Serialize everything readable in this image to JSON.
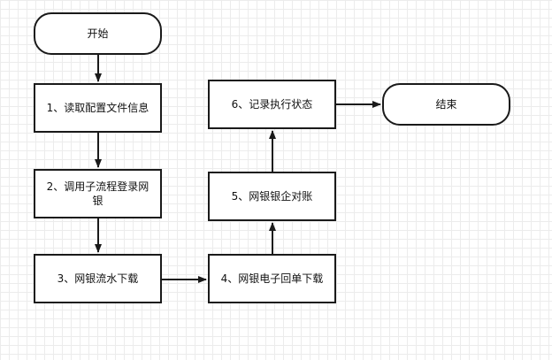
{
  "flowchart": {
    "start": "开始",
    "step1": "1、读取配置文件信息",
    "step2": "2、调用子流程登录网银",
    "step3": "3、网银流水下载",
    "step4": "4、网银电子回单下载",
    "step5": "5、网银银企对账",
    "step6": "6、记录执行状态",
    "end": "结束"
  },
  "colors": {
    "stroke": "#1a1a1a",
    "grid": "#ececec",
    "fill": "#ffffff"
  }
}
